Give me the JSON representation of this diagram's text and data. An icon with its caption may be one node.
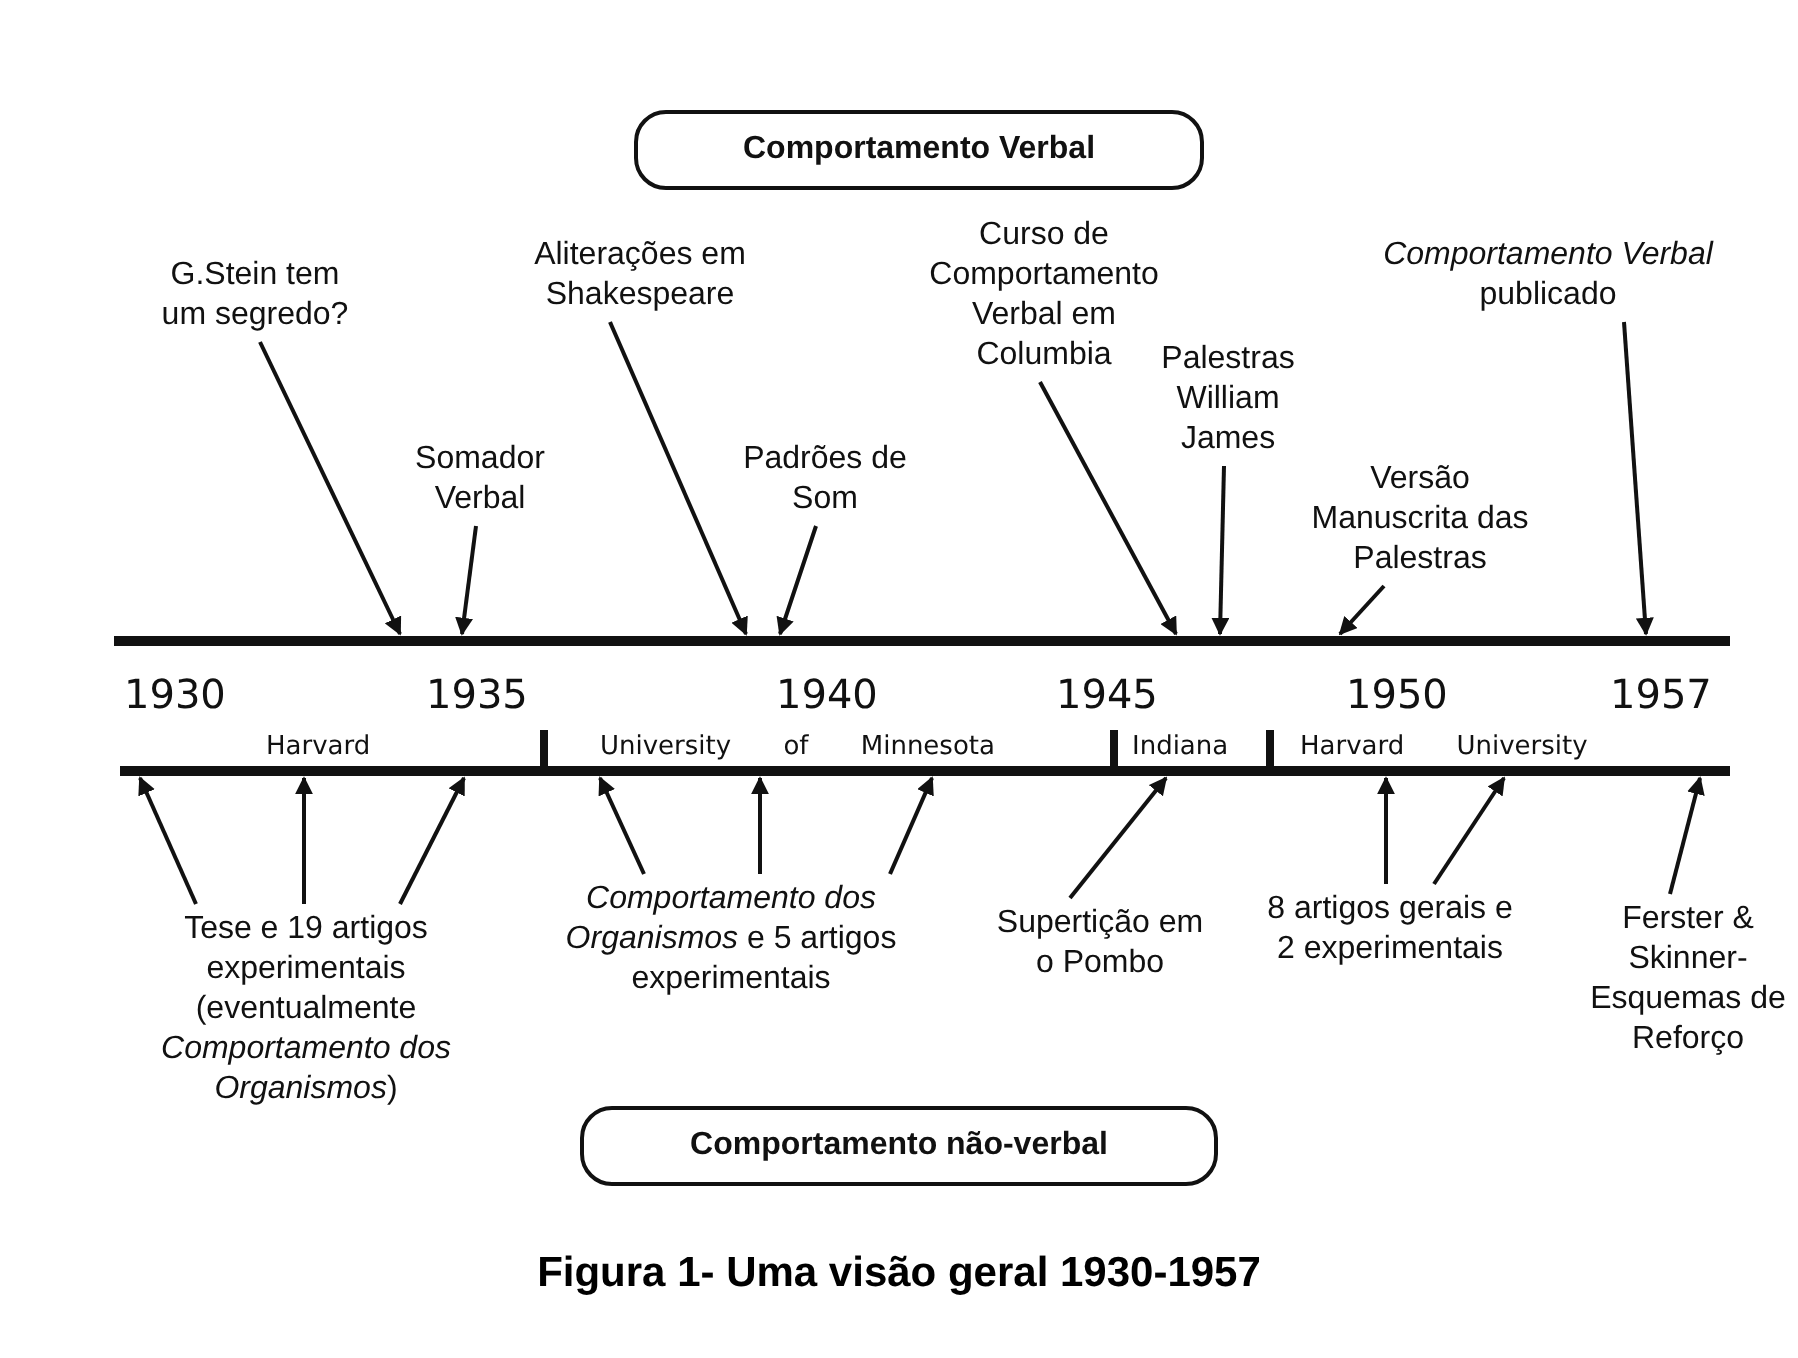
{
  "diagram": {
    "caption": "Figura 1- Uma visão geral 1930-1957",
    "nodes": [
      {
        "text": [
          "Comportamento Verbal"
        ]
      },
      {
        "text": [],
        "shape": "bar"
      },
      {
        "text": [],
        "shape": "bar"
      },
      {
        "text": [
          "G.Stein tem um segredo?"
        ]
      },
      {
        "text": [
          "Somador Verbal"
        ]
      },
      {
        "text": [
          "Aliterações em Shakespeare"
        ]
      },
      {
        "text": [
          "Padrões de Som"
        ]
      },
      {
        "text": [
          "Curso de Comportamento Verbal em Columbia"
        ]
      },
      {
        "text": [
          "Palestras William James"
        ]
      },
      {
        "text": [
          "Versão Manuscrita das Palestras"
        ]
      },
      {
        "text": [
          "*Comportamento Verbal* publicado"
        ]
      },
      {
        "text": [
          "Tese e 19 artigos experimentais (eventualmente *Comportamento dos Organismos*)"
        ]
      },
      {
        "text": [
          "*Comportamento dos Organismos* e 5 artigos experimentais"
        ]
      },
      {
        "text": [
          "Supertição em o Pombo"
        ]
      },
      {
        "text": [
          "8 artigos gerais e 2 experimentais"
        ]
      },
      {
        "text": [
          "Ferster & Skinner- Esquemas de Reforço"
        ]
      },
      {
        "text": [
          "Comportamento não-verbal"
        ]
      }
    ],
    "edges": [
      {
        "from": 3,
        "to": 1,
        "arrow": "to"
      },
      {
        "from": 4,
        "to": 1,
        "arrow": "to"
      },
      {
        "from": 5,
        "to": 1,
        "arrow": "to"
      },
      {
        "from": 6,
        "to": 1,
        "arrow": "to"
      },
      {
        "from": 7,
        "to": 1,
        "arrow": "to"
      },
      {
        "from": 8,
        "to": 1,
        "arrow": "to"
      },
      {
        "from": 9,
        "to": 1,
        "arrow": "to"
      },
      {
        "from": 10,
        "to": 1,
        "arrow": "to"
      },
      {
        "from": 11,
        "to": 2,
        "arrow": "to"
      },
      {
        "from": 11,
        "to": 2,
        "arrow": "to"
      },
      {
        "from": 11,
        "to": 2,
        "arrow": "to"
      },
      {
        "from": 12,
        "to": 2,
        "arrow": "to"
      },
      {
        "from": 12,
        "to": 2,
        "arrow": "to"
      },
      {
        "from": 12,
        "to": 2,
        "arrow": "to"
      },
      {
        "from": 13,
        "to": 2,
        "arrow": "to"
      },
      {
        "from": 14,
        "to": 2,
        "arrow": "to"
      },
      {
        "from": 14,
        "to": 2,
        "arrow": "to"
      },
      {
        "from": 15,
        "to": 2,
        "arrow": "to"
      }
    ],
    "labels": [
      "1930",
      "1935",
      "1940",
      "1945",
      "1950",
      "1957",
      "Harvard",
      "University of Minnesota",
      "Indiana",
      "Harvard University"
    ]
  }
}
